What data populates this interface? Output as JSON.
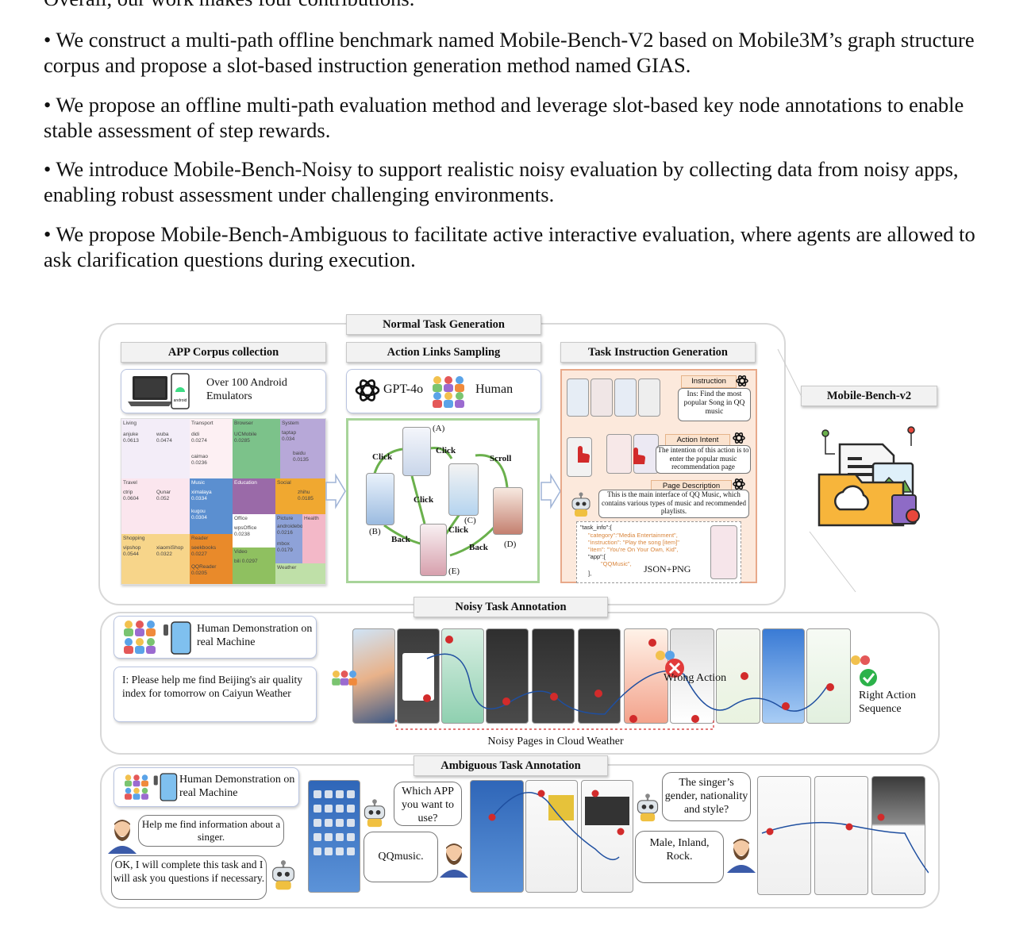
{
  "paragraphs": {
    "intro": "Overall, our work makes four contributions.",
    "c1": "• We construct a multi-path offline benchmark named Mobile-Bench-V2 based on Mobile3M’s graph structure corpus and propose a slot-based instruction generation method named GIAS.",
    "c2": "• We propose an offline multi-path evaluation method and leverage slot-based key node annotations to enable stable assessment of step rewards.",
    "c3": "• We introduce Mobile-Bench-Noisy to support realistic noisy evaluation by collecting data from noisy apps, enabling robust assessment under challenging environments.",
    "c4": "• We propose Mobile-Bench-Ambiguous to facilitate active interactive evaluation, where agents are allowed to ask clarification questions during execution."
  },
  "figure": {
    "normal": {
      "title": "Normal Task  Generation",
      "corpus_title": "APP Corpus collection",
      "emulators": "Over 100 Android Emulators",
      "android_label": "android",
      "action_title": "Action Links Sampling",
      "gpt_label": "GPT-4o",
      "human_label": "Human",
      "instr_title": "Task Instruction Generation",
      "graph": {
        "click_a": "Click",
        "click_b": "Click",
        "click_c": "Click",
        "click_d": "Click",
        "scroll": "Scroll",
        "back1": "Back",
        "back2": "Back",
        "node_a": "(A)",
        "node_b": "(B)",
        "node_c": "(C)",
        "node_d": "(D)",
        "node_e": "(E)"
      },
      "instruction_hdr": "Instruction",
      "instruction_text": "Ins: Find the most popular Song in QQ music",
      "intent_hdr": "Action Intent",
      "intent_text": "The intention of this action is to enter the popular music recommendation page",
      "page_hdr": "Page Description",
      "page_text": "This is the main interface of QQ Music, which contains various types of music and recommended playlists.",
      "json_lines": [
        "\"task_info\":{",
        "\"category\":\"Media Entertainment\",",
        "\"instruction\": \"Play the song [item]\"",
        "\"item\": \"You're On Your Own, Kid\",",
        "\"app\":[",
        "\"QQMusic\",",
        "],"
      ],
      "json_png": "JSON+PNG",
      "bench_label": "Mobile-Bench-v2"
    },
    "treemap": [
      {
        "label": "Living",
        "color": "#f3edf8"
      },
      {
        "label": "Transport",
        "color": "#fdf0f3"
      },
      {
        "label": "Browser",
        "color": "#7cc28a"
      },
      {
        "label": "System",
        "color": "#b7a8d8"
      },
      {
        "label": "Travel",
        "color": "#fbe6ee"
      },
      {
        "label": "Music",
        "color": "#5b8fd0"
      },
      {
        "label": "Education",
        "color": "#9a6aa8"
      },
      {
        "label": "Social",
        "color": "#f0a830"
      },
      {
        "label": "Office",
        "color": "#ffffff"
      },
      {
        "label": "Picture",
        "color": "#8ea2d8"
      },
      {
        "label": "Health",
        "color": "#f3b8c8"
      },
      {
        "label": "Shopping",
        "color": "#f7d58a"
      },
      {
        "label": "Reader",
        "color": "#e98a2a"
      },
      {
        "label": "Video",
        "color": "#8fc060"
      },
      {
        "label": "Weather",
        "color": "#bfe0a8"
      }
    ],
    "treemap_apps": [
      "anjuke 0.0613",
      "wuba 0.0474",
      "didi 0.0274",
      "caimao 0.0236",
      "UCMobile 0.0285",
      "taptap 0.034",
      "baidu 0.0135",
      "ctrip 0.0604",
      "Qunar 0.052",
      "ximalaya 0.0334",
      "kugou 0.0304",
      "zhihu 0.0185",
      "wpsOffice 0.0238",
      "androidebook 0.0216",
      "vipshop 0.0544",
      "xiaomiShop 0.0322",
      "seekbooks 0.0227",
      "QQReader 0.0205",
      "bili 0.0297",
      "mbox 0.0179"
    ],
    "noisy": {
      "title": "Noisy Task  Annotation",
      "human_demo": "Human Demonstration on real Machine",
      "instruction": "I:  Please help me find Beijing's air quality index for tomorrow on Caiyun Weather",
      "wrong": "Wrong Action",
      "right": "Right Action Sequence",
      "pages_label": "Noisy Pages in Cloud Weather"
    },
    "ambiguous": {
      "title": "Ambiguous Task  Annotation",
      "human_demo": "Human Demonstration on real Machine",
      "user_req": "Help me find information about a singer.",
      "agent_reply": "OK, I will complete this task and I will ask you questions if necessary.",
      "agent_q1": "Which APP you want to use?",
      "user_a1": "QQmusic.",
      "agent_q2": "The singer’s gender, nationality and style?",
      "user_a2": "Male, Inland, Rock."
    }
  }
}
